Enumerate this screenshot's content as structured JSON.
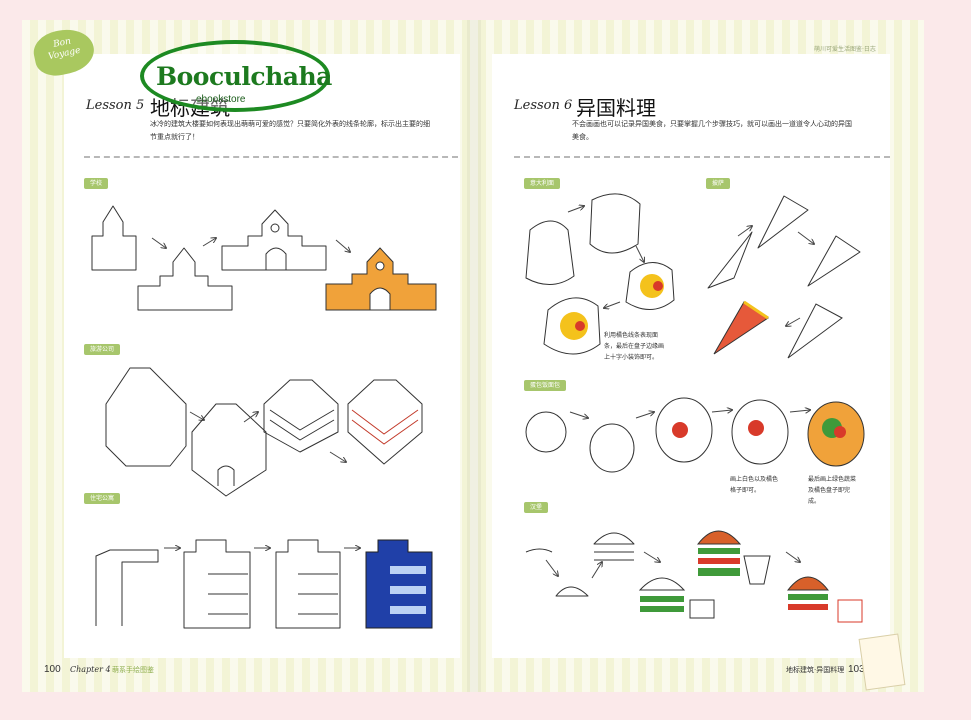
{
  "watermark": {
    "brand": "Booculchaha",
    "sub": "ebookstore"
  },
  "bon_voyage": {
    "line1": "Bon",
    "line2": "Voyage"
  },
  "running_head": "萌川可爱生活图鉴·日志",
  "left_page": {
    "lesson": "Lesson 5",
    "title": "地标建筑",
    "intro_lines": [
      "冰冷的建筑大楼要如何表现出萌萌可爱的感觉？只要简化外表的线条轮廓，标示出主要的细",
      "节重点就行了！"
    ],
    "sections": [
      {
        "label": "学校"
      },
      {
        "label": "旅游公司"
      },
      {
        "label": "住宅公寓"
      }
    ],
    "page_number": "100",
    "chapter": "Chapter 4",
    "chapter_title": "萌系手绘图鉴"
  },
  "right_page": {
    "lesson": "Lesson 6",
    "title": "异国料理",
    "intro_lines": [
      "不会画画也可以记录异国美食，只要掌握几个步骤技巧，就可以画出一道道令人心动的异国",
      "美食。"
    ],
    "sections": [
      {
        "label": "意大利面"
      },
      {
        "label": "披萨"
      },
      {
        "label": "蛋包饭面包"
      },
      {
        "label": "汉堡"
      }
    ],
    "notes": {
      "pasta": [
        "利用橘色线条表现面",
        "条，最后在盘子边缘画",
        "上十字小装饰即可。"
      ],
      "bowl1": [
        "画上白色以及橘色",
        "格子即可。"
      ],
      "bowl2": [
        "最后画上绿色蔬菜",
        "及橘色盘子即完",
        "成。"
      ]
    },
    "page_number": "103",
    "footer": "地标建筑·异国料理"
  },
  "colors": {
    "accent_green": "#a7c66c",
    "watermark_green": "#1d8a22",
    "building_orange": "#f0a23a",
    "building_blue": "#2040a8",
    "ketchup_red": "#d83a2a",
    "lettuce_green": "#3f9a3a",
    "yolk_yellow": "#f4c21c"
  }
}
